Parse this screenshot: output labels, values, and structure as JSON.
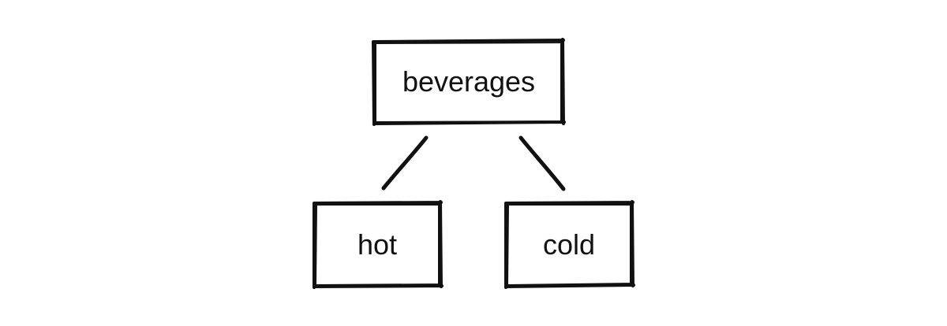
{
  "diagram": {
    "type": "tree",
    "style": "hand-drawn sketch",
    "colors": {
      "stroke": "#111111",
      "text": "#111111",
      "background": "#ffffff"
    },
    "nodes": {
      "root": {
        "label": "beverages"
      },
      "left": {
        "label": "hot"
      },
      "right": {
        "label": "cold"
      }
    },
    "edges": [
      {
        "from": "beverages",
        "to": "hot"
      },
      {
        "from": "beverages",
        "to": "cold"
      }
    ]
  }
}
